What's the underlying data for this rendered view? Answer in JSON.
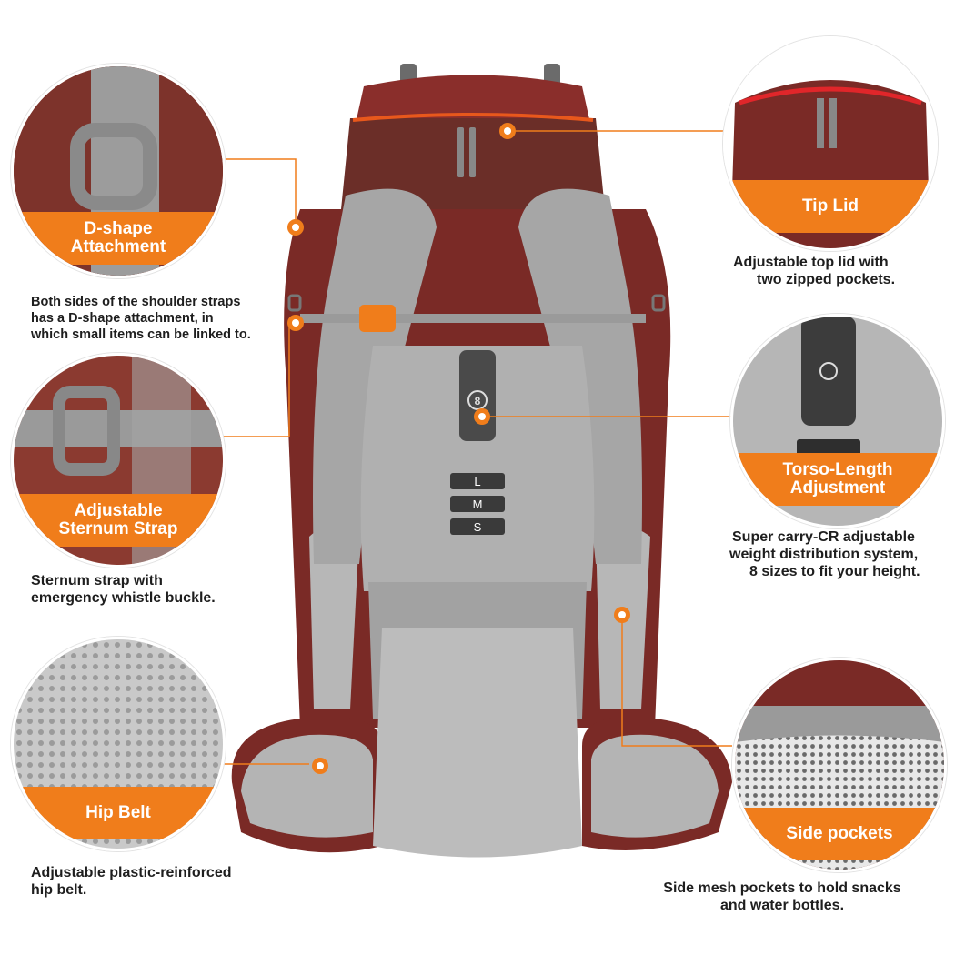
{
  "features": {
    "d_shape": {
      "title": "D-shape Attachment",
      "desc_lines": [
        "Both sides of the shoulder straps",
        "has a D-shape attachment, in",
        "which small items can be linked to."
      ]
    },
    "tip_lid": {
      "title": "Tip Lid",
      "desc_lines": [
        "Adjustable top lid with",
        "two zipped pockets."
      ]
    },
    "sternum": {
      "title": "Adjustable Sternum Strap",
      "desc_lines": [
        "Sternum strap with",
        "emergency whistle buckle."
      ]
    },
    "torso": {
      "title": "Torso-Length Adjustment",
      "desc_lines": [
        "Super carry-CR adjustable",
        "weight distribution system,",
        "8 sizes to fit your height."
      ]
    },
    "hip_belt": {
      "title": "Hip Belt",
      "desc_lines": [
        "Adjustable plastic-reinforced",
        "hip belt."
      ]
    },
    "side_pockets": {
      "title": "Side pockets",
      "desc_lines": [
        "Side mesh pockets to hold snacks",
        "and water bottles."
      ]
    }
  },
  "size_labels": [
    "L",
    "M",
    "S"
  ],
  "torso_dial_number": "8",
  "colors": {
    "accent": "#f07d1b",
    "pack_maroon": "#7a2a26",
    "pack_brown": "#5a2a24",
    "mesh_gray": "#a9a9a9",
    "strap_gray": "#8e8e8e"
  }
}
